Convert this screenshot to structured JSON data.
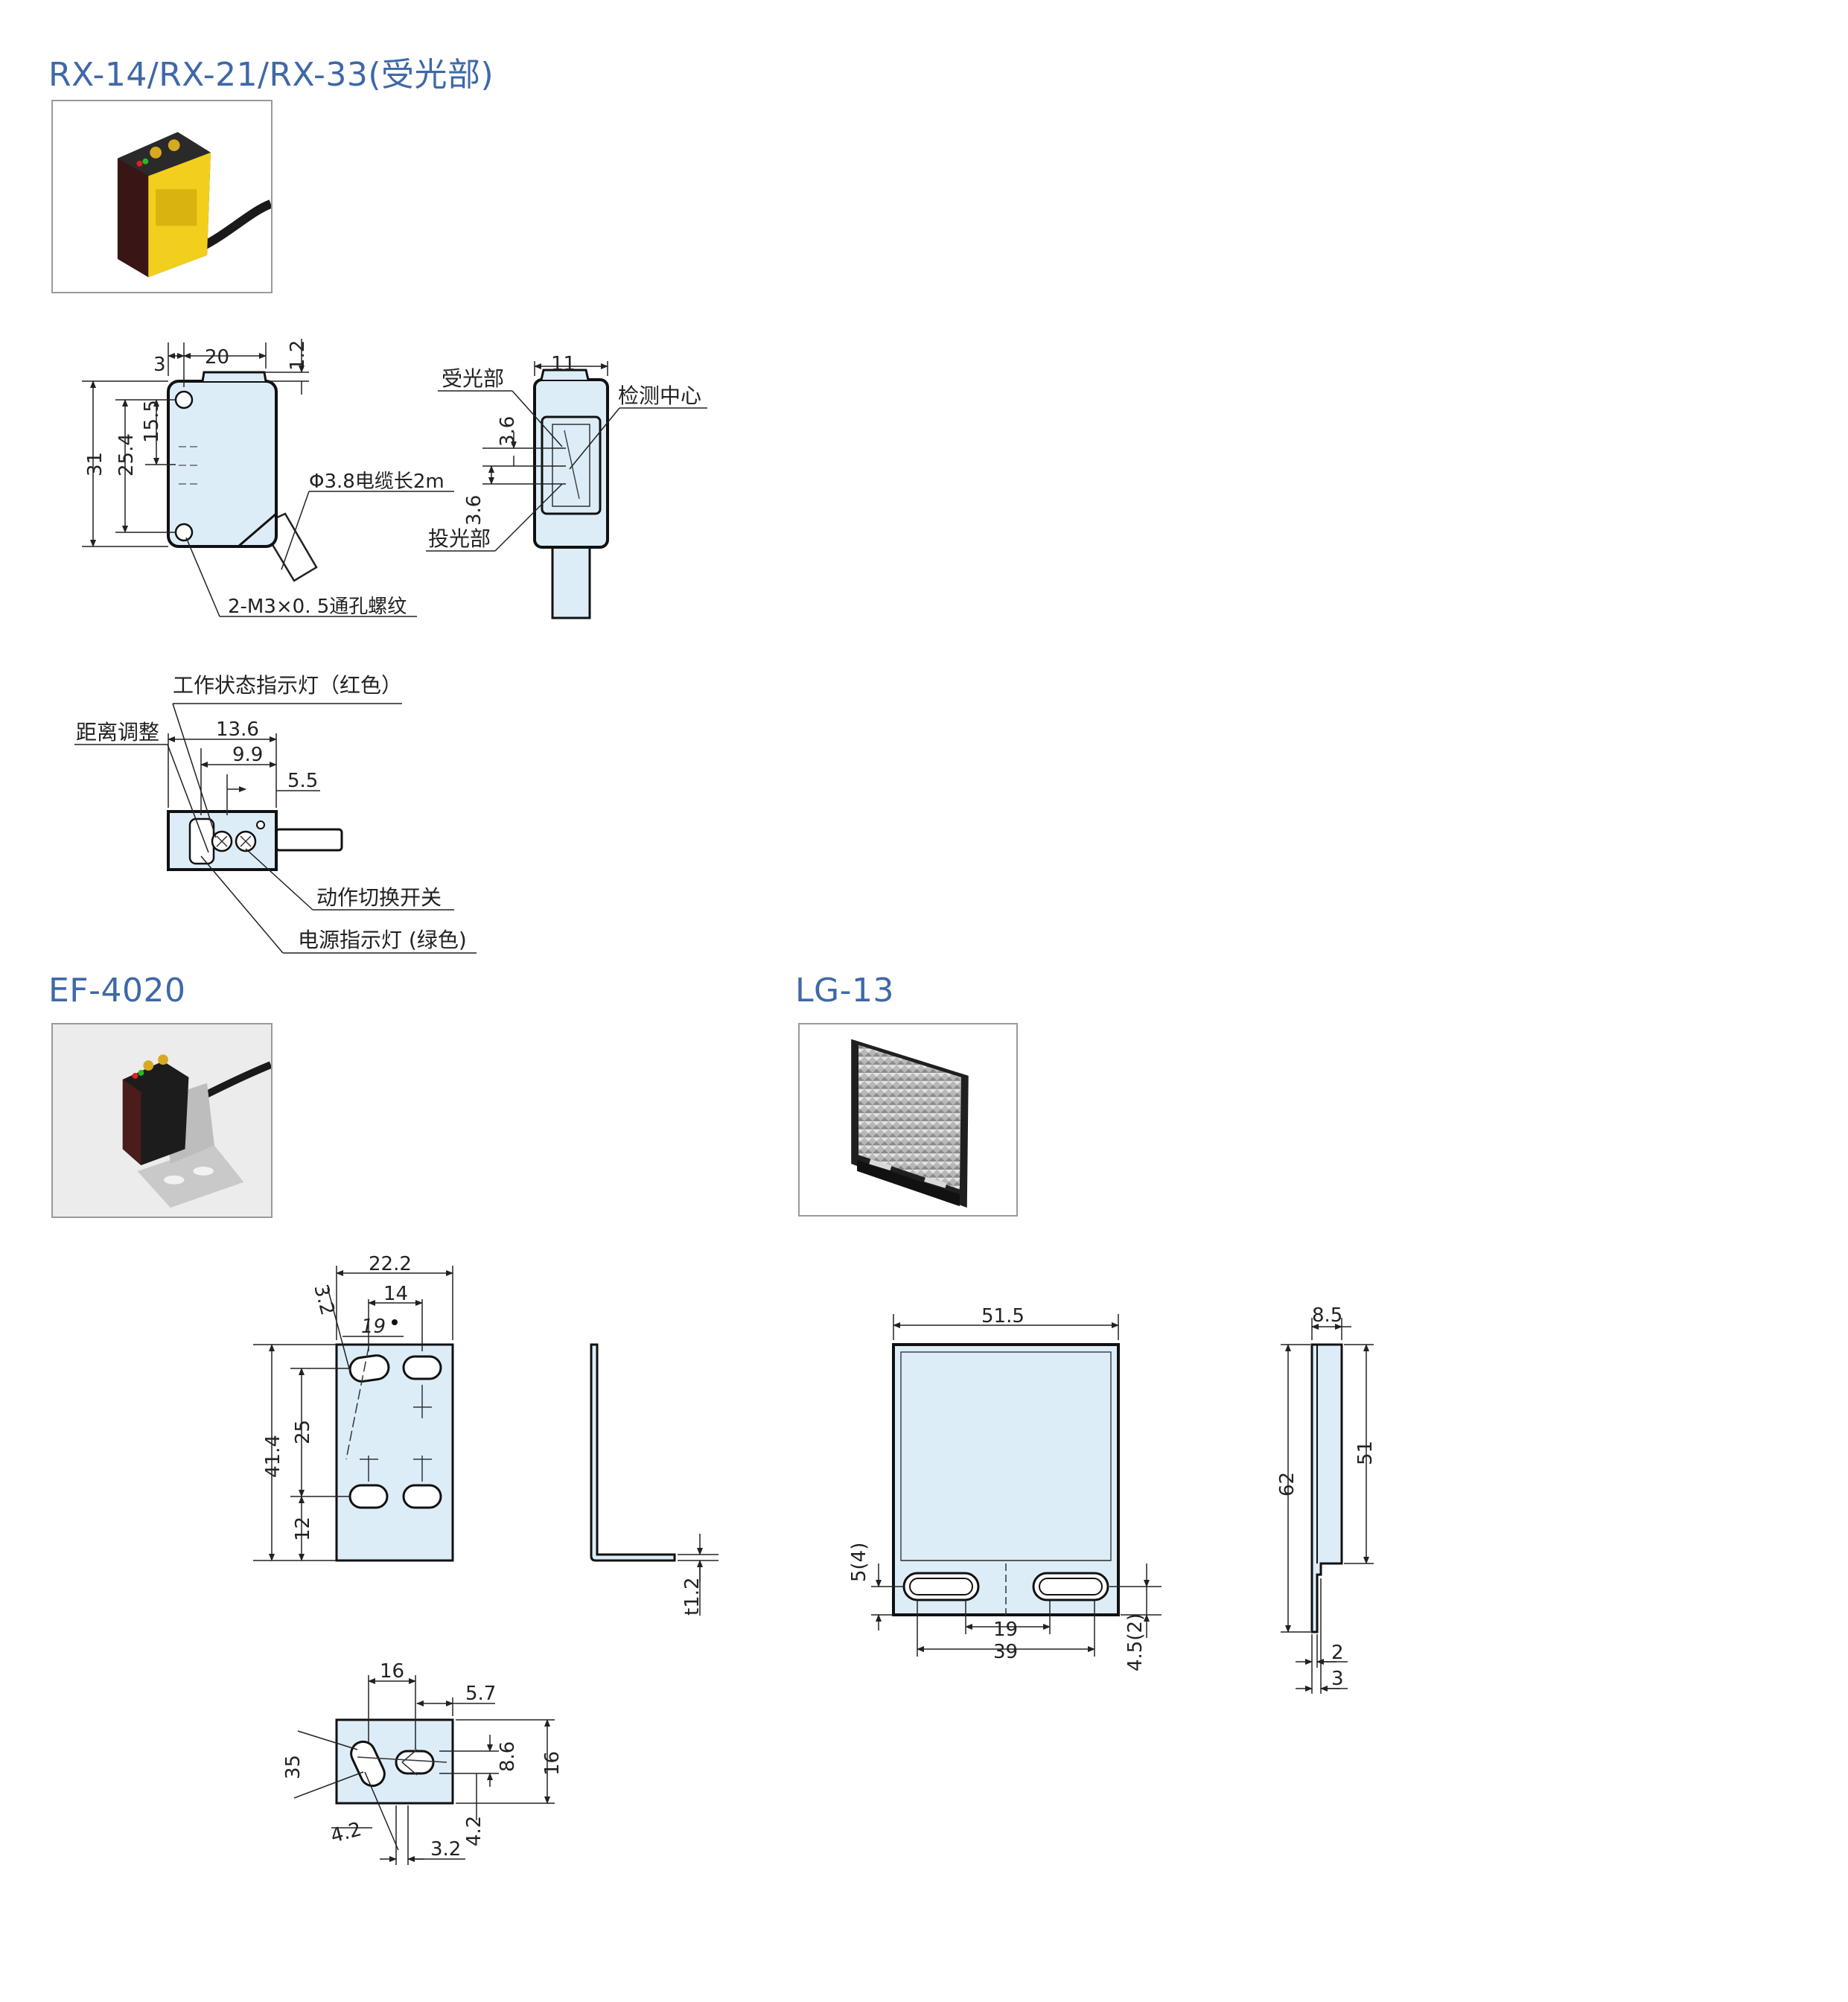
{
  "sections": {
    "rx": "RX-14/RX-21/RX-33(受光部)",
    "ef": "EF-4020",
    "lg": "LG-13"
  },
  "rx_front": {
    "d_3": "3",
    "d_20": "20",
    "d_1_2": "1.2",
    "d_31": "31",
    "d_25_4": "25.4",
    "d_15_5": "15.5",
    "cable": "Φ3.8电缆长2m",
    "thread": "2-M3×0. 5通孔螺纹"
  },
  "rx_side": {
    "d_11": "11",
    "receiver": "受光部",
    "center": "检测中心",
    "d_3_6a": "3.6",
    "d_3_6b": "3.6",
    "emitter": "投光部"
  },
  "rx_top": {
    "status_led": "工作状态指示灯（红色）",
    "distance": "距离调整",
    "d_13_6": "13.6",
    "d_9_9": "9.9",
    "d_5_5": "5.5",
    "switch": "动作切换开关",
    "power_led": "电源指示灯 (绿色)"
  },
  "ef_front": {
    "d_22_2": "22.2",
    "d_3_2": "3.2",
    "d_14": "14",
    "d_19": "19",
    "d_41_4": "41.4",
    "d_25": "25",
    "d_12": "12"
  },
  "ef_side": {
    "t": "t1.2"
  },
  "ef_bottom": {
    "d_16": "16",
    "d_5_7": "5.7",
    "d_35": "35",
    "d_8_6": "8.6",
    "d_16b": "16",
    "d_4_2a": "4.2",
    "d_3_2": "3.2",
    "d_4_2b": "4.2"
  },
  "lg_front": {
    "d_51_5": "51.5",
    "d_5_4": "5(4)",
    "d_19": "19",
    "d_39": "39",
    "d_4_5_2": "4.5(2)"
  },
  "lg_side": {
    "d_8_5": "8.5",
    "d_62": "62",
    "d_51": "51",
    "d_2": "2",
    "d_3": "3"
  }
}
